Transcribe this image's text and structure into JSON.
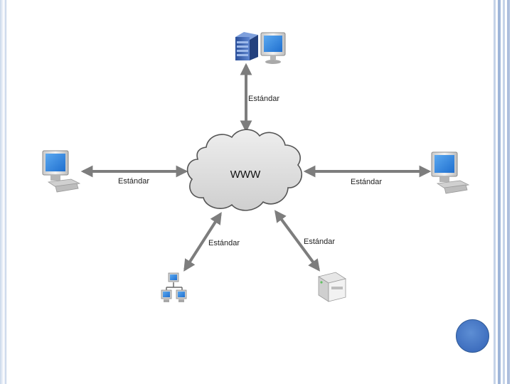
{
  "diagram": {
    "center": "WWW",
    "links": [
      "Estándar",
      "Estándar",
      "Estándar",
      "Estándar",
      "Estándar"
    ],
    "nodes": {
      "top": "server-workstation-icon",
      "left": "desktop-computer-icon",
      "right": "desktop-computer-icon",
      "bottom_left": "network-icon",
      "bottom_right": "printer-icon"
    }
  },
  "colors": {
    "arrow": "#7d7d7d",
    "cloud_fill": "#dcdcdc",
    "cloud_stroke": "#555555",
    "monitor_screen": "#2f86e0",
    "accent_dot": "#4a7ccb"
  }
}
